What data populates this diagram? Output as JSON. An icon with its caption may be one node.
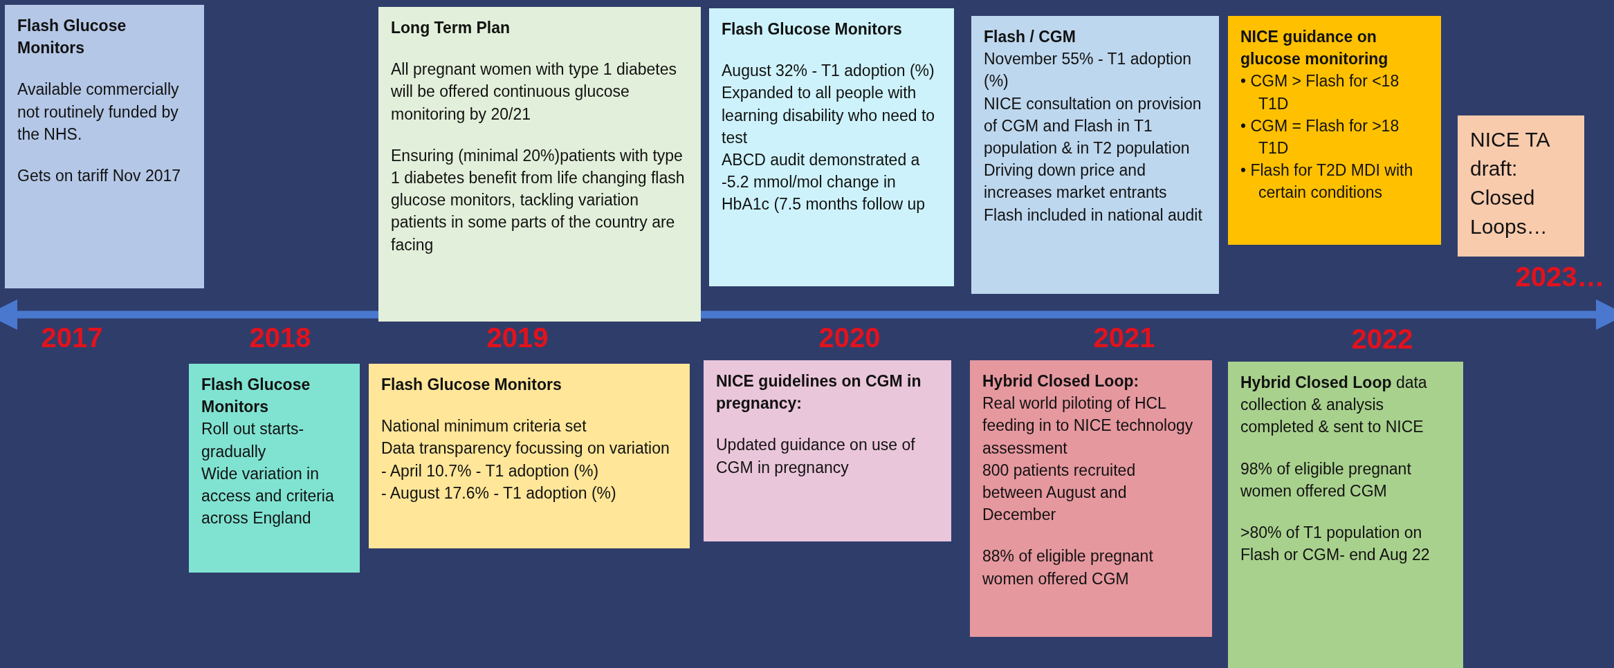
{
  "diagram": {
    "nodes": [
      {
        "text": [
          "Flash Glucose Monitors",
          "Available commercially not routinely funded by the NHS.",
          "Gets on tariff Nov 2017"
        ]
      },
      {
        "text": [
          "Long Term Plan",
          "All pregnant women with type 1 diabetes will be offered continuous glucose monitoring by 20/21",
          "Ensuring (minimal 20%)patients with type 1 diabetes benefit from life changing flash glucose monitors, tackling variation patients in some parts of the country are facing"
        ]
      },
      {
        "text": [
          "Flash Glucose Monitors",
          "August 32% - T1 adoption (%)",
          "Expanded to all people with learning disability who need to test",
          "ABCD audit demonstrated a -5.2 mmol/mol change in HbA1c (7.5 months follow up"
        ]
      },
      {
        "text": [
          "Flash / CGM",
          "November 55% - T1 adoption (%)",
          "NICE consultation on provision of CGM and Flash in T1 population & in T2 population",
          "Driving down price and increases market entrants",
          "Flash included in national audit"
        ]
      },
      {
        "text": [
          "NICE guidance on glucose monitoring",
          "• CGM > Flash for <18 T1D",
          "• CGM = Flash for >18 T1D",
          "• Flash for T2D MDI with certain conditions"
        ]
      },
      {
        "text": [
          "NICE TA draft: Closed Loops…"
        ]
      },
      {
        "text": [
          "Flash Glucose Monitors",
          "Roll out starts-gradually",
          "Wide variation in access and criteria across England"
        ]
      },
      {
        "text": [
          "Flash Glucose Monitors",
          "National minimum criteria set",
          "Data transparency focussing on variation",
          "- April 10.7% - T1 adoption (%)",
          "- August 17.6% - T1 adoption (%)"
        ]
      },
      {
        "text": [
          "NICE guidelines on CGM in pregnancy:",
          "Updated guidance on use of CGM in pregnancy"
        ]
      },
      {
        "text": [
          "Hybrid Closed Loop:",
          "Real world piloting of HCL feeding in to NICE technology assessment",
          "800 patients recruited between August and December",
          "88% of eligible pregnant women offered CGM"
        ]
      },
      {
        "text": [
          "**Hybrid Closed Loop** data collection & analysis completed & sent to NICE",
          "98% of eligible pregnant women offered CGM",
          ">80% of T1 population on Flash or CGM- end Aug 22"
        ]
      }
    ],
    "labels": [
      "2023…",
      "2017",
      "2018",
      "2019",
      "2020",
      "2021",
      "2022"
    ]
  }
}
